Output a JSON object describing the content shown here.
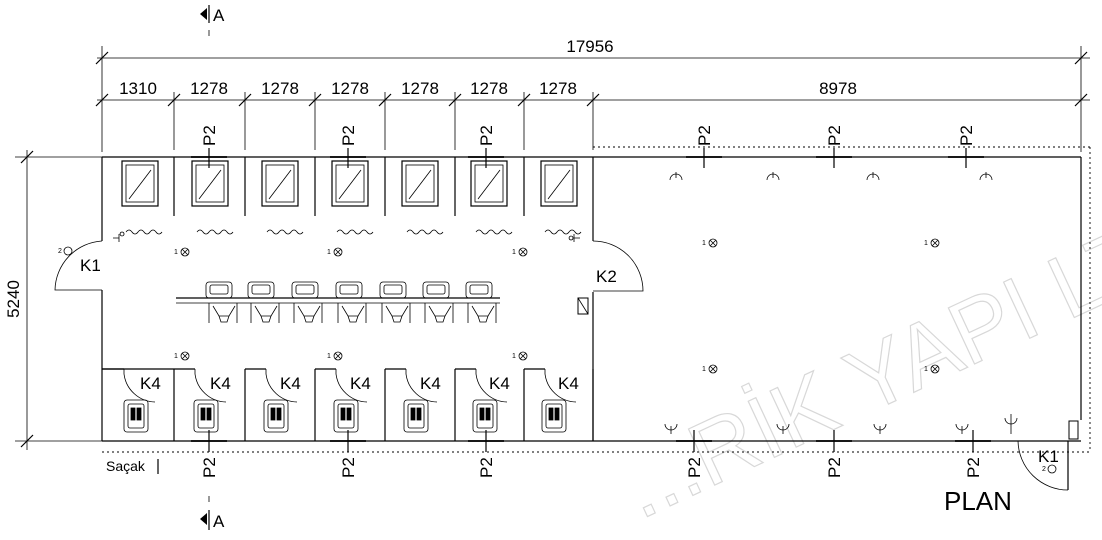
{
  "dimensions": {
    "overall": "17956",
    "segments": [
      "1310",
      "1278",
      "1278",
      "1278",
      "1278",
      "1278",
      "1278",
      "8978"
    ],
    "height": "5240"
  },
  "labels": {
    "section_mark": "A",
    "door_left": "K1",
    "door_right_bottom": "K1",
    "door_center": "K2",
    "stall_door": "K4",
    "window": "P2",
    "eave": "Saçak",
    "plan_title": "PLAN",
    "fixture_1": "1",
    "fixture_2": "2"
  },
  "watermark": "...RİK YAPI LTD"
}
